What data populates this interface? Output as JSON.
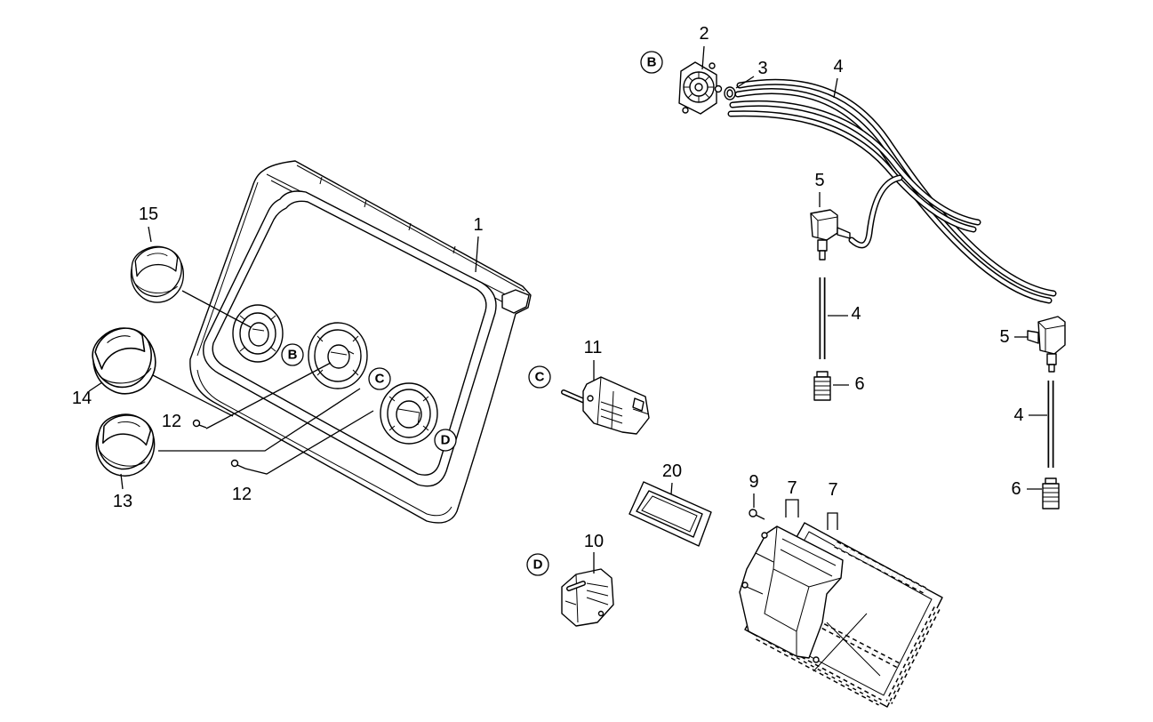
{
  "callouts": {
    "panel": "1",
    "pressure_switch": "2",
    "o_ring": "3",
    "hose_upper": "4",
    "hose_middle": "4",
    "hose_right": "4",
    "valve_middle": "5",
    "valve_right": "5",
    "filter_middle": "6",
    "filter_right": "6",
    "board_left": "7",
    "board_right": "7",
    "screw_board": "9",
    "switch_lower": "10",
    "switch_upper": "11",
    "screw_upper": "12",
    "screw_lower": "12",
    "knob_lower": "13",
    "knob_middle": "14",
    "knob_upper": "15",
    "window": "20"
  },
  "connector_refs": {
    "pressure_switch": "B",
    "switch_upper": "C",
    "switch_lower": "D",
    "panel_b": "B",
    "panel_c": "C",
    "panel_d": "D"
  },
  "colors": {
    "line": "#000000",
    "background": "#ffffff"
  }
}
